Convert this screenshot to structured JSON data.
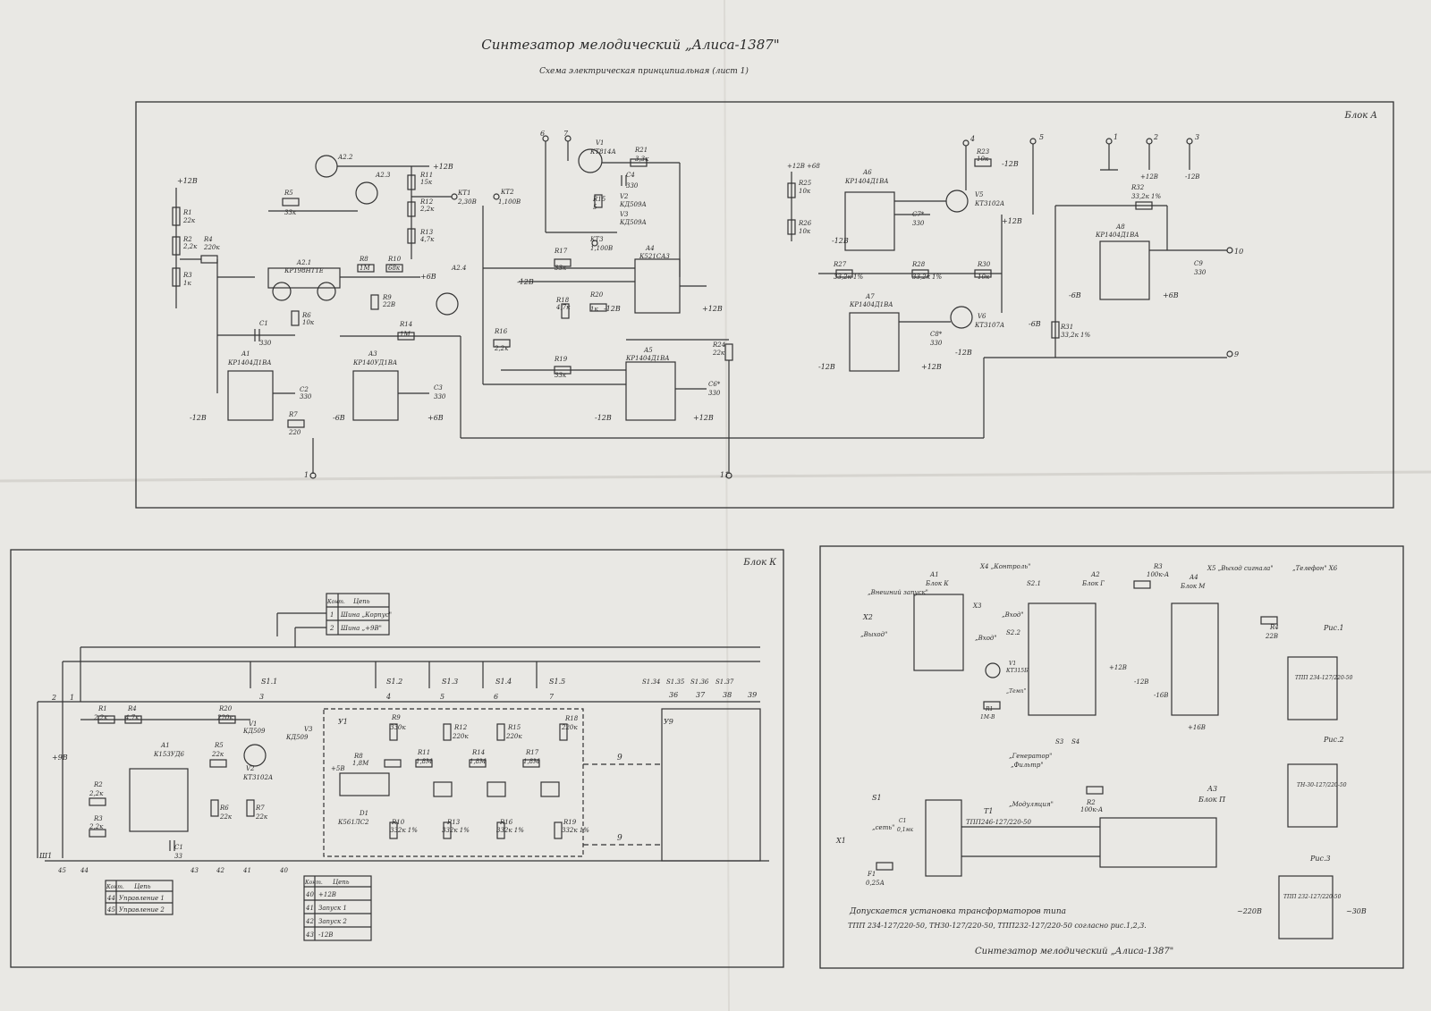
{
  "title": "Синтезатор мелодический „Алиса-1387\"",
  "subtitle": "Схема электрическая принципиальная (лист 1)",
  "blocks": {
    "a": {
      "label": "Блок А"
    },
    "k": {
      "label": "Блок К"
    },
    "right": {
      "label": ""
    }
  },
  "block_a_parts": {
    "R1": "R1",
    "R1v": "22к",
    "R2": "R2",
    "R2v": "2,2к",
    "R3": "R3",
    "R3v": "1к",
    "R4": "R4",
    "R4v": "220к",
    "R5": "R5",
    "R5v": "33к",
    "R11": "R11",
    "R11v": "15к",
    "R12": "R12",
    "R12v": "2,2к",
    "R13": "R13",
    "R13v": "4,7к",
    "KT1": "КТ1",
    "KT1v": "2,30В",
    "KT2": "КТ2",
    "KT2v": "1,100В",
    "KT3": "КТ3",
    "KT3v": "1,100В",
    "A21": "А2.1",
    "A21t": "КР198НТ1Е",
    "A23": "А2.3",
    "A24": "А2.4",
    "A22": "А2.2",
    "R8": "R8",
    "R8v": "1М",
    "R10": "R10",
    "R10v": "68к",
    "R9": "R9",
    "R9v": "22В",
    "R6": "R6",
    "R6v": "10к",
    "C1": "С1",
    "C1v": "330",
    "A1": "А1",
    "A1t": "КР1404Д1ВА",
    "A3": "А3",
    "A3t": "КР140УД1ВА",
    "C2": "С2",
    "C2v": "330",
    "C3": "С3",
    "C3v": "330",
    "R7": "R7",
    "R7v": "220",
    "R14": "R14",
    "R14v": "1М",
    "V1": "V1",
    "V1t": "КТ814А",
    "R21": "R21",
    "R21v": "3,3к",
    "C4": "С4",
    "C4v": "330",
    "R15": "R15",
    "R15v": "5",
    "V2": "V2",
    "V2t": "КД509А",
    "V3": "V3",
    "V3t": "КД509А",
    "R17": "R17",
    "R17v": "33к",
    "A4": "А4",
    "A4t": "К521СА3",
    "R18": "R18",
    "R18v": "4,7к",
    "R20": "R20",
    "R20v": "1к",
    "R16": "R16",
    "R16v": "2,2к",
    "R19": "R19",
    "R19v": "33к",
    "A5": "А5",
    "A5t": "КР1404Д1ВА",
    "C6": "С6*",
    "C6v": "330",
    "R24": "R24",
    "R24v": "22к",
    "A6": "А6",
    "A6t": "КР1404Д1ВА",
    "R25": "R25",
    "R25v": "10к",
    "R26": "R26",
    "R26v": "10к",
    "V5": "V5",
    "V5t": "КТ3102А",
    "C7": "С7*",
    "C7v": "330",
    "R23": "R23",
    "R23v": "10к",
    "R27": "R27",
    "R27v": "33,2к 1%",
    "R28": "R28",
    "R28v": "33,2к 1%",
    "R30": "R30",
    "R30v": "10к",
    "A7": "А7",
    "A7t": "КР1404Д1ВА",
    "V6": "V6",
    "V6t": "КТ3107А",
    "C8": "С8*",
    "C8v": "330",
    "R32": "R32",
    "R32v": "33,2к 1%",
    "A8": "А8",
    "A8t": "КР1404Д1ВА",
    "C9": "С9",
    "C9v": "330",
    "R31": "R31",
    "R31v": "33,2к 1%"
  },
  "block_a_rails": {
    "p12": "+12В",
    "m12": "-12В",
    "p6": "+6В",
    "m6": "-6В",
    "p68": "+68",
    "m12b": "-12В"
  },
  "block_a_terms": [
    "6",
    "7",
    "4",
    "5",
    "1",
    "2",
    "3",
    "10",
    "9",
    "11"
  ],
  "block_k_parts": {
    "table1": {
      "h1": "Конт.",
      "h2": "Цепь",
      "rows": [
        [
          "1",
          "Шина „Корпус\""
        ],
        [
          "2",
          "Шина „+9В\""
        ]
      ]
    },
    "table2": {
      "h1": "Конт.",
      "h2": "Цепь",
      "rows": [
        [
          "44",
          "Управление 1"
        ],
        [
          "45",
          "Управление 2"
        ]
      ]
    },
    "table3": {
      "h1": "Конт.",
      "h2": "Цепь",
      "rows": [
        [
          "40",
          "+12В"
        ],
        [
          "41",
          "Запуск 1"
        ],
        [
          "42",
          "Запуск 2"
        ],
        [
          "43",
          "-12В"
        ]
      ]
    },
    "S11": "S1.1",
    "S12": "S1.2",
    "S13": "S1.3",
    "S14": "S1.4",
    "S15": "S1.5",
    "S134": "S1.34",
    "S135": "S1.35",
    "S136": "S1.36",
    "S137": "S1.37",
    "R1": "R1",
    "R1v": "2,2к",
    "R4": "R4",
    "R4v": "4,7к",
    "R20": "R20",
    "R20v": "220к",
    "A1": "А1",
    "A1t": "К153УД6",
    "V1": "V1",
    "V1t": "КД509",
    "V3": "V3",
    "V3t": "КД509",
    "V2": "V2",
    "V2t": "КТ3102А",
    "R5": "R5",
    "R5v": "22к",
    "R6": "R6",
    "R6v": "22к",
    "R7": "R7",
    "R7v": "22к",
    "R2": "R2",
    "R2v": "2,2к",
    "R3": "R3",
    "R3v": "2,2к",
    "C1": "С1",
    "C1v": "33",
    "Y1": "У1",
    "Y9": "У9",
    "D1": "D1",
    "D1t": "К561ЛС2",
    "R8": "R8",
    "R8v": "1,8М",
    "R9": "R9",
    "R9v": "330к",
    "R11": "R11",
    "R11v": "1,8М",
    "R12": "R12",
    "R12v": "220к",
    "R14": "R14",
    "R14v": "1,8М",
    "R15": "R15",
    "R15v": "220к",
    "R17": "R17",
    "R17v": "1,8М",
    "R18": "R18",
    "R18v": "220к",
    "R10": "R10",
    "R10v": "332к 1%",
    "R13": "R13",
    "R13v": "332к 1%",
    "R16": "R16",
    "R16v": "332к 1%",
    "R19": "R19",
    "R19v": "332к 1%",
    "p9": "+9В",
    "p5": "+5В",
    "J1": "Ш1"
  },
  "block_k_nodes": [
    "2",
    "1",
    "3",
    "4",
    "5",
    "6",
    "7",
    "36",
    "37",
    "38",
    "39",
    "9",
    "9",
    "45",
    "44",
    "43",
    "42",
    "41",
    "40"
  ],
  "right_block": {
    "A1": "А1",
    "A1t": "Блок К",
    "A2": "А2",
    "A2t": "Блок Г",
    "A4": "А4",
    "A4t": "Блок М",
    "A3": "А3",
    "A3t": "Блок П",
    "X4": "Х4 „Контроль\"",
    "X5": "Х5 „Выход сигнала\"",
    "X6": "„Телефон\" Х6",
    "R3": "R3",
    "R3v": "100к-А",
    "X2": "Х2",
    "ext": "„Внешний запуск\"",
    "out": "„Выход\"",
    "X3": "Х3",
    "in": "„Вход\"",
    "in2": "„Вход\"",
    "S21": "S2.1",
    "S22": "S2.2",
    "V1": "V1",
    "V1t": "КТ315Б",
    "R1": "R1",
    "R1v": "1М-В",
    "tempo": "„Темп\"",
    "gen": "„Генератор\"",
    "filt": "„Фильтр\"",
    "mod": "„Модуляция\"",
    "R2": "R2",
    "R2v": "100к-А",
    "S3": "S3",
    "S4": "S4",
    "R4": "R4",
    "R4v": "22В",
    "S1": "S1",
    "net": "„сеть\"",
    "C1": "С1",
    "C1v": "0,1мк",
    "F1": "F1",
    "F1v": "0,25А",
    "X1": "Х1",
    "T1": "Т1",
    "T1t": "ТПП246-127/220-50",
    "p12": "+12В",
    "m12": "-12В",
    "m16": "-16В",
    "p16": "+16В",
    "note": "Допускается установка трансформаторов типа",
    "note2": "ТПП 234-127/220-50, ТН30-127/220-50, ТПП232-127/220-50 согласно рис.1,2,3.",
    "footer": "Синтезатор мелодический „Алиса-1387\"",
    "fig1": "Рис.1",
    "fig1t": "ТПП 234-127/220-50",
    "fig2": "Рис.2",
    "fig2t": "ТН-30-127/220-50",
    "fig3": "Рис.3",
    "fig3t": "ТПП 232-127/220-50",
    "v220": "~220В",
    "v30": "~30В"
  }
}
